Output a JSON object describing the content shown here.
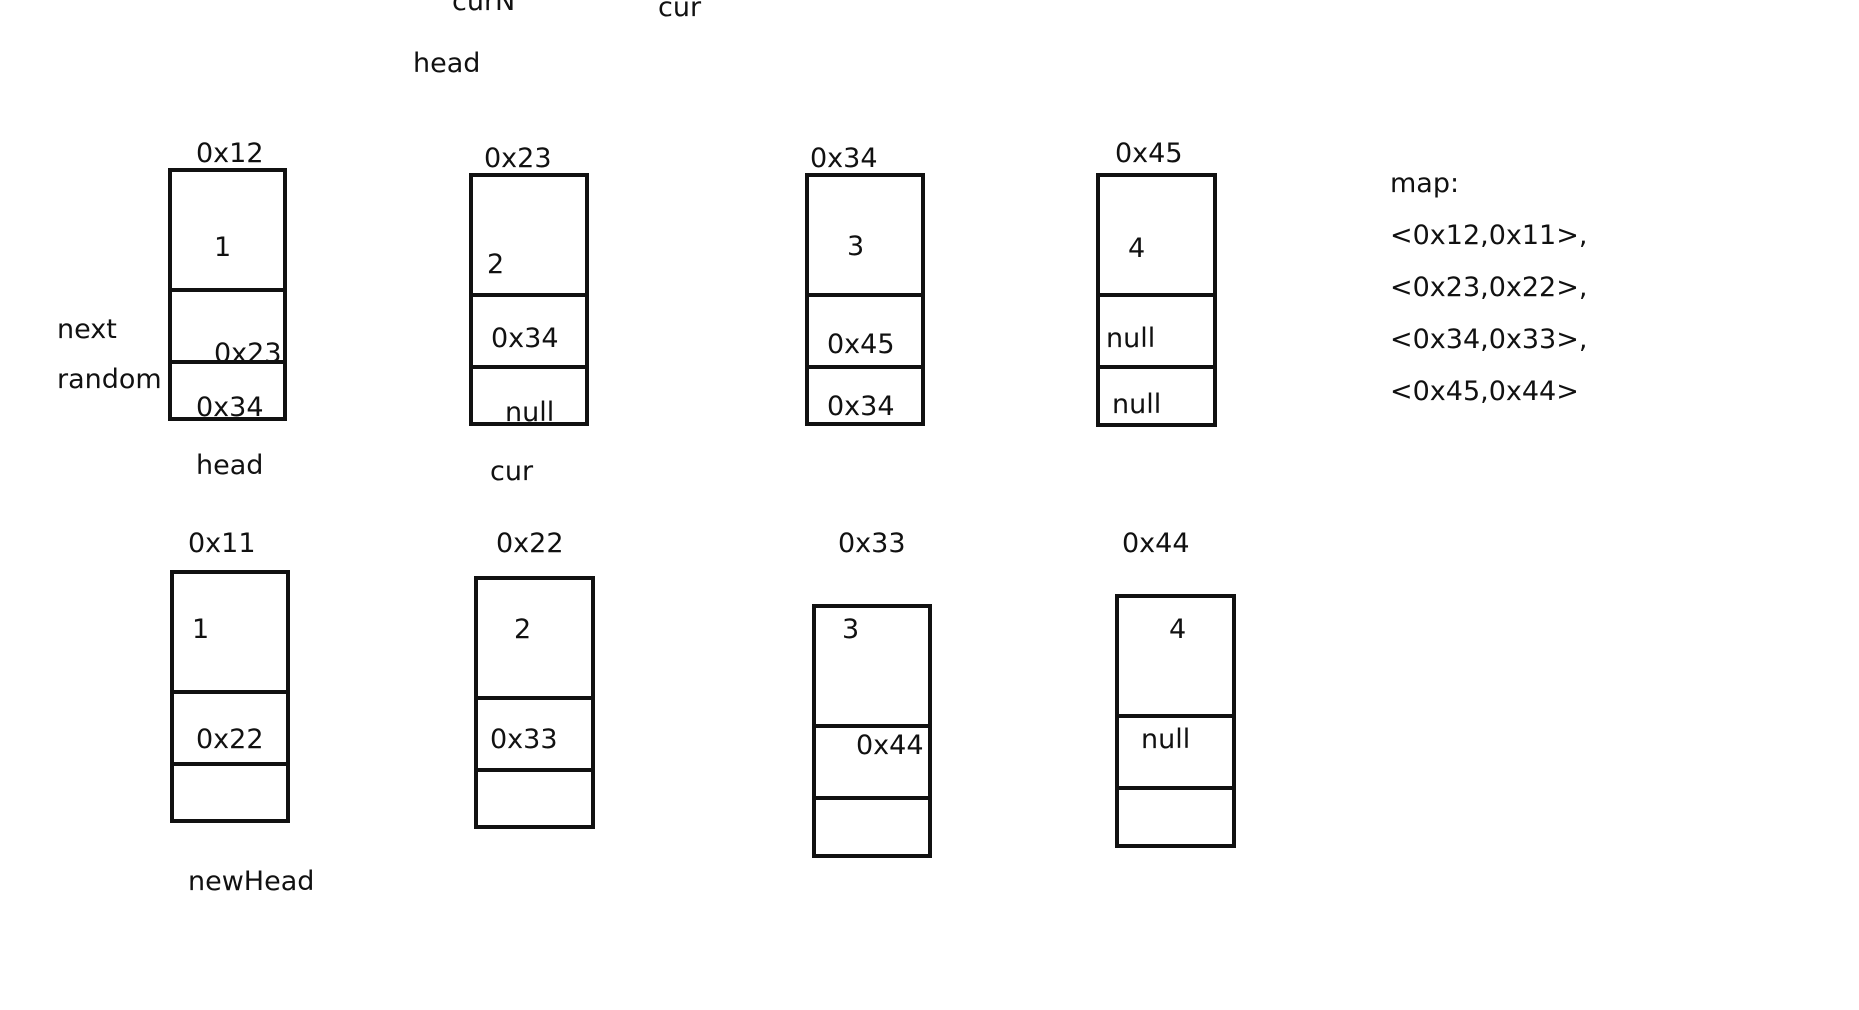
{
  "top_partial_labels": [
    "curN",
    "cur"
  ],
  "top_label": "head",
  "row_labels": {
    "next": "next",
    "random": "random"
  },
  "original_nodes": [
    {
      "addr": "0x12",
      "val": "1",
      "next": "0x23",
      "random": "0x34"
    },
    {
      "addr": "0x23",
      "val": "2",
      "next": "0x34",
      "random": "null"
    },
    {
      "addr": "0x34",
      "val": "3",
      "next": "0x45",
      "random": "0x34"
    },
    {
      "addr": "0x45",
      "val": "4",
      "next": "null",
      "random": "null"
    }
  ],
  "pointer_labels": {
    "head": "head",
    "cur": "cur",
    "new_head": "newHead"
  },
  "copied_nodes": [
    {
      "addr": "0x11",
      "val": "1",
      "next": "0x22",
      "random": ""
    },
    {
      "addr": "0x22",
      "val": "2",
      "next": "0x33",
      "random": ""
    },
    {
      "addr": "0x33",
      "val": "3",
      "next": "0x44",
      "random": ""
    },
    {
      "addr": "0x44",
      "val": "4",
      "next": "null",
      "random": ""
    }
  ],
  "map": {
    "title": "map:",
    "entries": [
      "<0x12,0x11>,",
      "<0x23,0x22>,",
      "<0x34,0x33>,",
      "<0x45,0x44>"
    ]
  }
}
